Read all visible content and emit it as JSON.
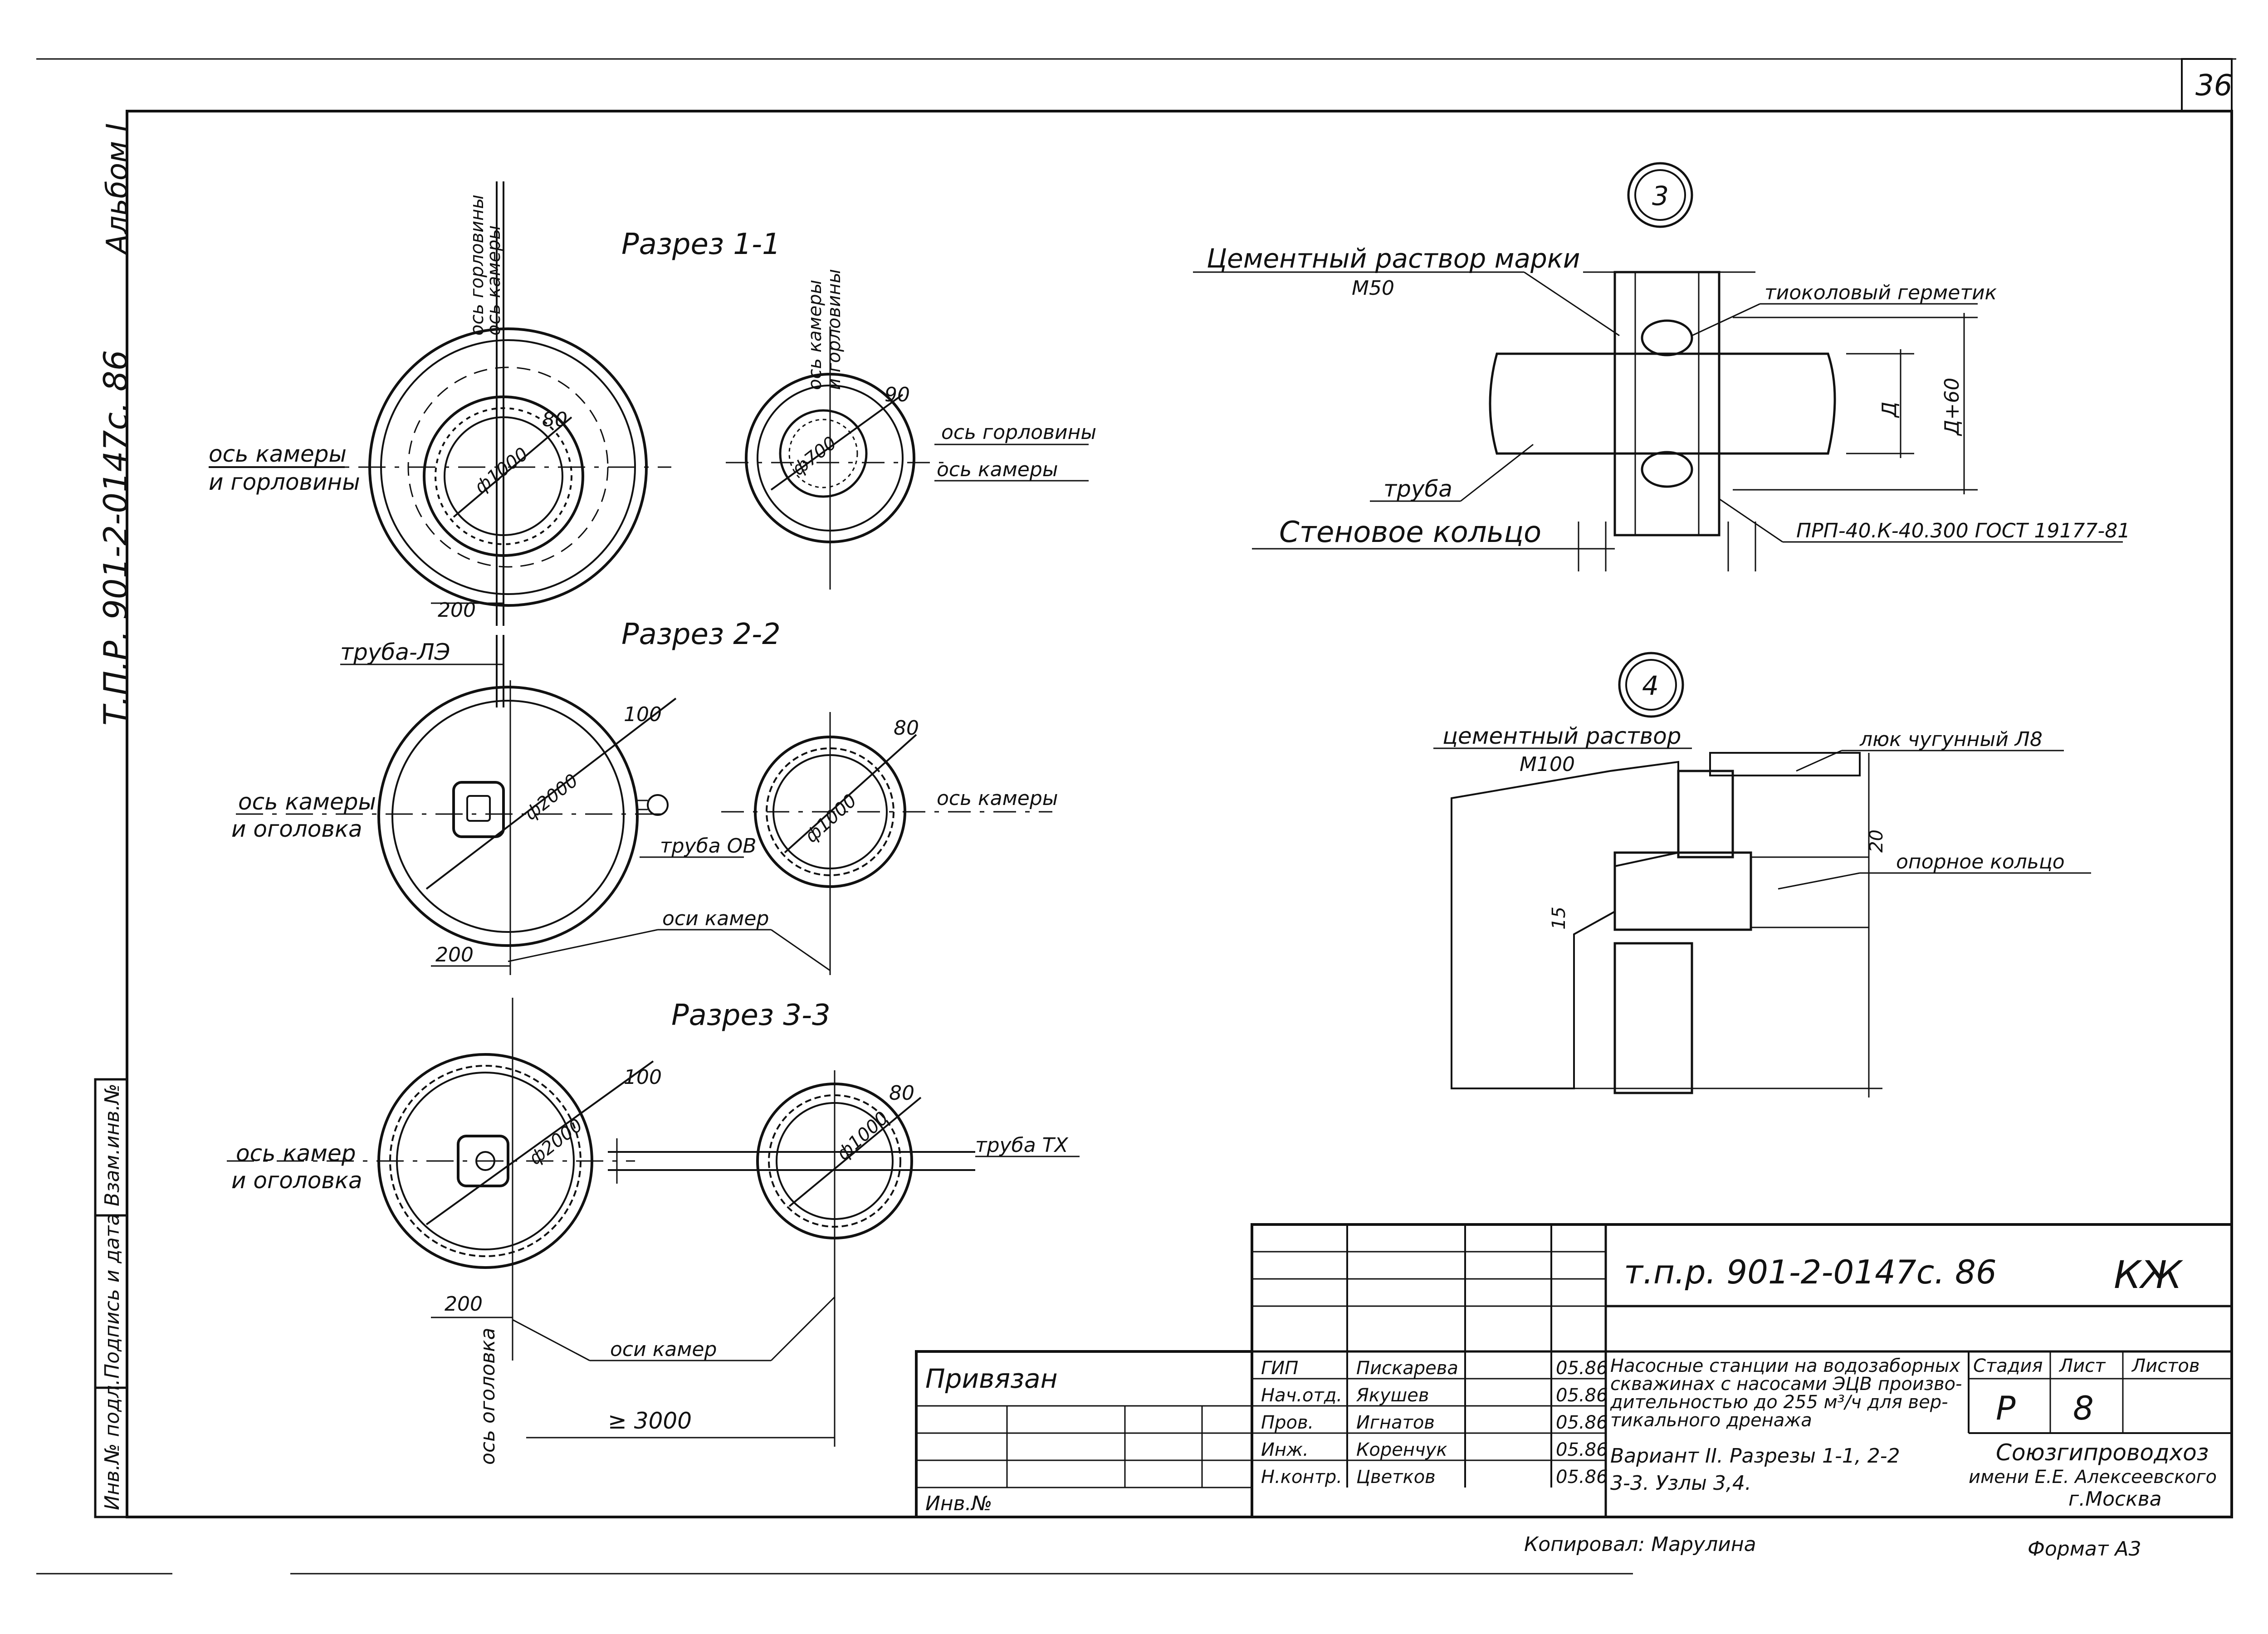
{
  "sheet_number": "36",
  "album": "Альбом I",
  "side_code": "Т.П.Р. 901-2-0147с. 86",
  "sections": {
    "s1": {
      "title": "Разрез 1-1",
      "axis_chamber_neck": "ось камеры",
      "axis_chamber_neck_2": "и горловины",
      "dim_d": "ф1000",
      "dim_t": "80",
      "dim_200": "200",
      "axis_vert1_a": "ось горловины",
      "axis_vert1_b": "ось камеры",
      "axis_vert2_a": "ось камеры",
      "axis_vert2_b": "и горловины",
      "small_d": "ф700",
      "small_t": "90",
      "label_neck_axis": "ось горловины",
      "label_chamber_axis": "ось камеры"
    },
    "s2": {
      "title": "Разрез 2-2",
      "pipe_le": "труба-ЛЭ",
      "axis_left_a": "ось камеры",
      "axis_left_b": "и оголовка",
      "dim_d": "ф2000",
      "dim_t": "100",
      "pipe_ov": "труба ОВ",
      "dim_200": "200",
      "axes_chambers": "оси камер",
      "small_d": "ф1000",
      "small_t": "80",
      "axis_right": "ось камеры"
    },
    "s3": {
      "title": "Разрез 3-3",
      "axis_left_a": "ось камер",
      "axis_left_b": "и оголовка",
      "dim_d": "ф2000",
      "dim_t": "100",
      "small_d": "ф1000",
      "small_t": "80",
      "pipe_tx": "труба ТХ",
      "dim_200": "200",
      "axes_chambers": "оси камер",
      "axis_head": "ось оголовка",
      "dim_3000": "≥ 3000"
    }
  },
  "node3": {
    "number": "3",
    "mortar": "Цементный раствор марки",
    "mortar_grade": "М50",
    "sealant": "тиоколовый герметик",
    "pipe": "труба",
    "wall_ring": "Стеновое кольцо",
    "spec": "ПРП-40.К-40.300 ГОСТ 19177-81",
    "dim_a": "Д",
    "dim_a60": "Д+60"
  },
  "node4": {
    "number": "4",
    "mortar": "цементный раствор",
    "mortar_grade": "М100",
    "hatch": "люк чугунный Л8",
    "support_ring": "опорное кольцо",
    "dim_20": "20",
    "dim_15": "15"
  },
  "left_stamp": [
    "Взам.инв.№",
    "Подпись и дата",
    "Инв.№ подл."
  ],
  "title_block": {
    "code": "т.п.р. 901-2-0147с. 86",
    "mark": "КЖ",
    "linked": "Привязан",
    "inv": "Инв.№",
    "roles": [
      {
        "role": "ГИП",
        "name": "Пискарева",
        "date": "05.86"
      },
      {
        "role": "Нач.отд.",
        "name": "Якушев",
        "date": "05.86"
      },
      {
        "role": "Пров.",
        "name": "Игнатов",
        "date": "05.86"
      },
      {
        "role": "Инж.",
        "name": "Коренчук",
        "date": "05.86"
      },
      {
        "role": "Н.контр.",
        "name": "Цветков",
        "date": "05.86"
      }
    ],
    "description_lines": [
      "Насосные станции на водозаборных",
      "скважинах с насосами ЭЦВ произво-",
      "дительностью до 255 м³/ч для вер-",
      "тикального дренажа"
    ],
    "sheet_title_lines": [
      "Вариант II. Разрезы 1-1, 2-2",
      "3-3. Узлы 3,4."
    ],
    "stage_label": "Стадия",
    "sheet_label": "Лист",
    "sheets_label": "Листов",
    "stage": "Р",
    "sheet": "8",
    "org_lines": [
      "Союзгипроводхоз",
      "имени Е.Е. Алексеевского",
      "г.Москва"
    ]
  },
  "copied_by": "Копировал: Марулина",
  "format": "Формат А3"
}
